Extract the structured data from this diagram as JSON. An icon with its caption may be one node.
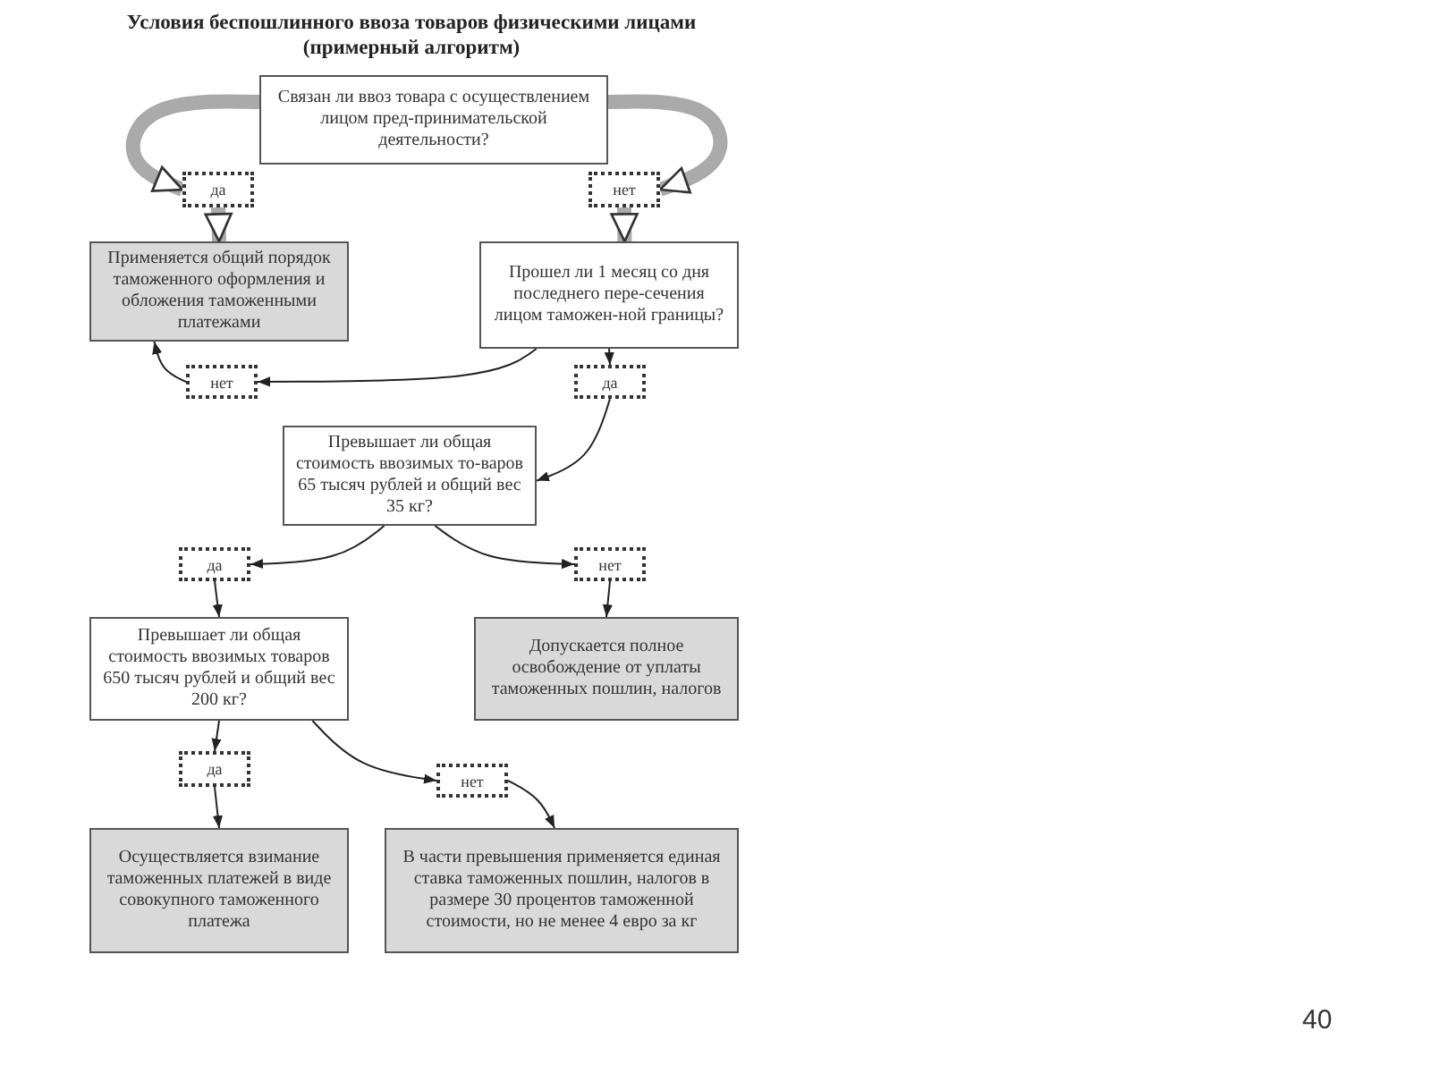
{
  "diagram": {
    "title": "Условия беспошлинного ввоза товаров физическими лицами (примерный алгоритм)",
    "nodes": [
      {
        "text": [
          "Связан ли ввоз товара с осуществлением лицом пред-принимательской деятельности?"
        ]
      },
      {
        "text": [
          "да"
        ]
      },
      {
        "text": [
          "нет"
        ]
      },
      {
        "text": [
          "Применяется общий порядок таможенного оформления и обложения таможенными платежами"
        ]
      },
      {
        "text": [
          "Прошел ли 1 месяц со дня последнего пере-сечения лицом таможен-ной границы?"
        ]
      },
      {
        "text": [
          "нет"
        ]
      },
      {
        "text": [
          "да"
        ]
      },
      {
        "text": [
          "Превышает ли общая стоимость ввозимых то-варов 65 тысяч рублей и общий вес 35 кг?"
        ]
      },
      {
        "text": [
          "да"
        ]
      },
      {
        "text": [
          "нет"
        ]
      },
      {
        "text": [
          "Превышает ли общая стоимость ввозимых товаров 650 тысяч рублей и общий вес 200 кг?"
        ]
      },
      {
        "text": [
          "Допускается полное освобождение от уплаты таможенных пошлин, налогов"
        ]
      },
      {
        "text": [
          "да"
        ]
      },
      {
        "text": [
          "нет"
        ]
      },
      {
        "text": [
          "Осуществляется взимание таможенных платежей в виде совокупного таможенного платежа"
        ]
      },
      {
        "text": [
          "В части превышения применяется единая ставка таможенных пошлин, налогов в размере 30 процентов таможенной стоимости, но не менее 4 евро за кг"
        ]
      }
    ],
    "edges": [
      {
        "from": 0,
        "to": 1,
        "arrow": "to",
        "style": "thick",
        "color": "#aaaaaa"
      },
      {
        "from": 0,
        "to": 2,
        "arrow": "to",
        "style": "thick",
        "color": "#aaaaaa"
      },
      {
        "from": 1,
        "to": 3,
        "arrow": "to",
        "style": "thick",
        "color": "#aaaaaa"
      },
      {
        "from": 2,
        "to": 4,
        "arrow": "to",
        "style": "thick",
        "color": "#aaaaaa"
      },
      {
        "from": 4,
        "to": 5,
        "arrow": "to"
      },
      {
        "from": 5,
        "to": 3,
        "arrow": "to"
      },
      {
        "from": 4,
        "to": 6,
        "arrow": "to"
      },
      {
        "from": 6,
        "to": 7,
        "arrow": "to"
      },
      {
        "from": 7,
        "to": 8,
        "arrow": "to"
      },
      {
        "from": 7,
        "to": 9,
        "arrow": "to"
      },
      {
        "from": 8,
        "to": 10,
        "arrow": "to"
      },
      {
        "from": 9,
        "to": 11,
        "arrow": "to"
      },
      {
        "from": 10,
        "to": 12,
        "arrow": "to"
      },
      {
        "from": 10,
        "to": 13,
        "arrow": "to"
      },
      {
        "from": 12,
        "to": 14,
        "arrow": "to"
      },
      {
        "from": 13,
        "to": 15,
        "arrow": "to"
      }
    ],
    "labels": [
      "40"
    ]
  }
}
